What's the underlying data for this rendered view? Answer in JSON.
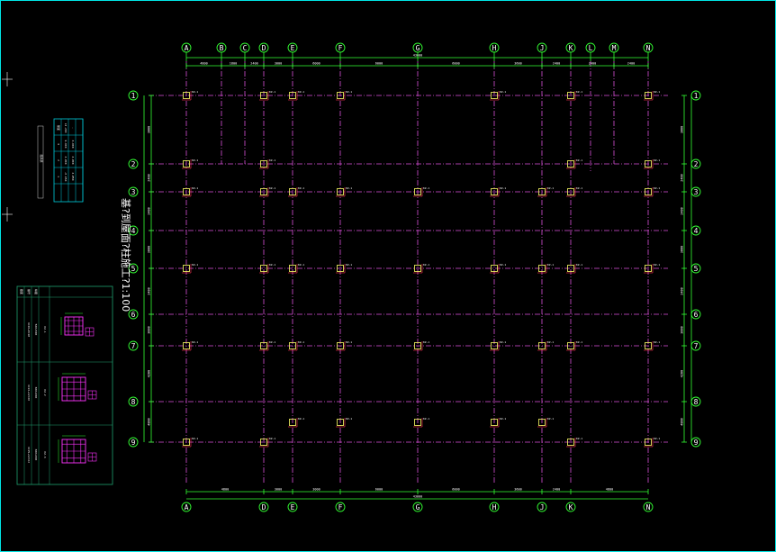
{
  "drawing": {
    "title": "基?到屋面?柱施工?1:100",
    "colors": {
      "background": "#000000",
      "frame": "#00e5e5",
      "grid_line": "#d94fd9",
      "dim_line": "#33ff33",
      "axis_bubble": "#33ff33",
      "column": "#ffff66",
      "column_mark": "#ff3355",
      "table_border": "#20a070",
      "legend_border": "#00ccdd",
      "text": "#ffffff"
    },
    "top_axes": [
      "A",
      "B",
      "C",
      "D",
      "E",
      "F",
      "G",
      "H",
      "J",
      "K",
      "L",
      "M",
      "N"
    ],
    "bottom_axes": [
      "A",
      "D",
      "E",
      "F",
      "G",
      "H",
      "J",
      "K",
      "N"
    ],
    "rows": [
      "1",
      "2",
      "3",
      "4",
      "5",
      "6",
      "7",
      "8",
      "9"
    ],
    "top_dims": [
      "4800",
      "1800",
      "2400",
      "3000",
      "6000",
      "6000",
      "6000",
      "3600",
      "2400",
      "2400",
      "2400"
    ],
    "bottom_dims": [
      "4800",
      "3000",
      "3000",
      "6000",
      "6000",
      "3600",
      "2400",
      "4800"
    ],
    "overall_dim": "43000",
    "left_dims": [
      "3000",
      "2400",
      "2400",
      "3000",
      "2400",
      "3000",
      "4200",
      "4800"
    ],
    "right_dims": [
      "3000",
      "2400",
      "2400",
      "3000",
      "2400",
      "3000",
      "4200",
      "4800"
    ],
    "column_label": "KZ-1",
    "column_labels": [
      "KZ-1",
      "KZ-2",
      "KZ-3"
    ],
    "column_table": {
      "headers": [
        "截面",
        "编号",
        "纵筋"
      ],
      "rows": [
        {
          "name": "KZ-1",
          "size": "500x500",
          "bars": "4C20+8C18"
        },
        {
          "name": "KZ-2",
          "size": "600x600",
          "bars": "4C22+12C20"
        },
        {
          "name": "KZ-3",
          "size": "600x600",
          "bars": "4C25+12C22"
        }
      ]
    },
    "legend": {
      "headers": [
        "层号",
        "标高",
        "层高"
      ],
      "rows": [
        [
          "屋面",
          "13.200",
          "-"
        ],
        [
          "3",
          "9.600",
          "3.600"
        ],
        [
          "2",
          "4.800",
          "4.800"
        ],
        [
          "1",
          "-0.050",
          "4.850"
        ]
      ]
    },
    "small_label": "层高表"
  }
}
